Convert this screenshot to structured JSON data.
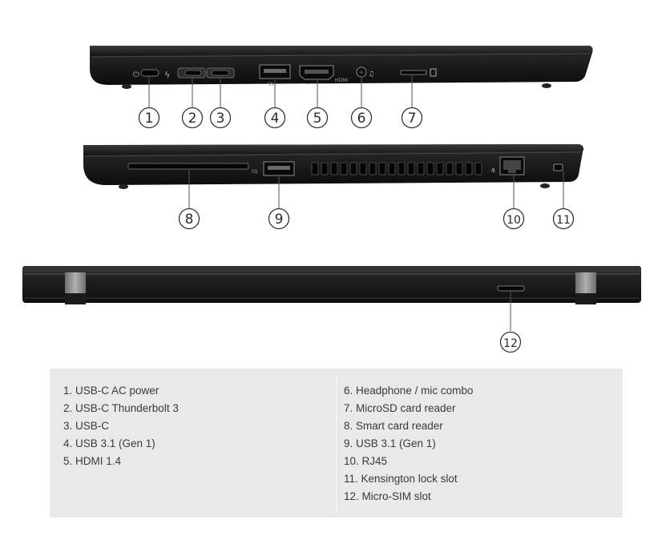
{
  "legend": {
    "left": [
      "1. USB-C AC power",
      "2. USB-C Thunderbolt 3",
      "3. USB-C",
      "4. USB 3.1 (Gen 1)",
      "5. HDMI 1.4"
    ],
    "right": [
      "6. Headphone / mic combo",
      "7. MicroSD card reader",
      "8. Smart card reader",
      "9. USB 3.1 (Gen 1)",
      "10. RJ45",
      "11. Kensington lock slot",
      "12. Micro-SIM slot"
    ]
  },
  "callouts": [
    "1",
    "2",
    "3",
    "4",
    "5",
    "6",
    "7",
    "8",
    "9",
    "10",
    "11",
    "12"
  ],
  "port_labels": {
    "usb_ss": "SS",
    "hdmi": "HDMI"
  },
  "colors": {
    "laptop_body": "#1c1c1c",
    "hinge": "#8a8a8a",
    "legend_bg": "#e9e9e9"
  }
}
